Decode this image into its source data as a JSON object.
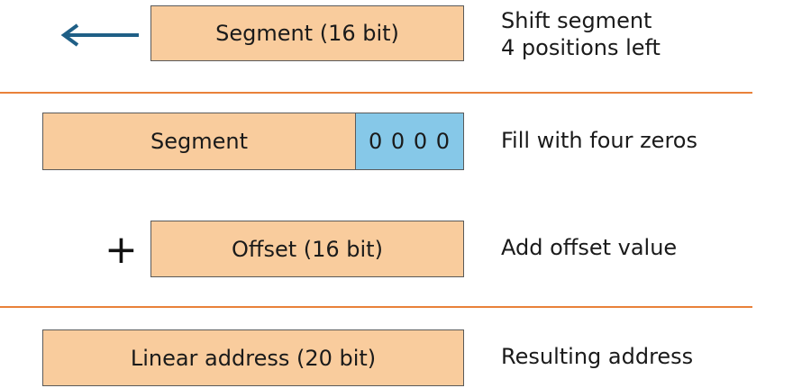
{
  "colors": {
    "box_fill": "#f9cc9d",
    "zeros_fill": "#86c8e8",
    "divider": "#e9813a",
    "arrow": "#1f5f86"
  },
  "rows": {
    "shift": {
      "box_label": "Segment (16 bit)",
      "note_line1": "Shift segment",
      "note_line2": "4 positions left",
      "icon": "arrow-left-icon"
    },
    "fill": {
      "segment_label": "Segment",
      "zeros_label": "0 0 0 0",
      "note": "Fill with four zeros"
    },
    "add": {
      "symbol": "+",
      "box_label": "Offset (16 bit)",
      "note": "Add offset value"
    },
    "result": {
      "box_label": "Linear address (20 bit)",
      "note": "Resulting address"
    }
  }
}
